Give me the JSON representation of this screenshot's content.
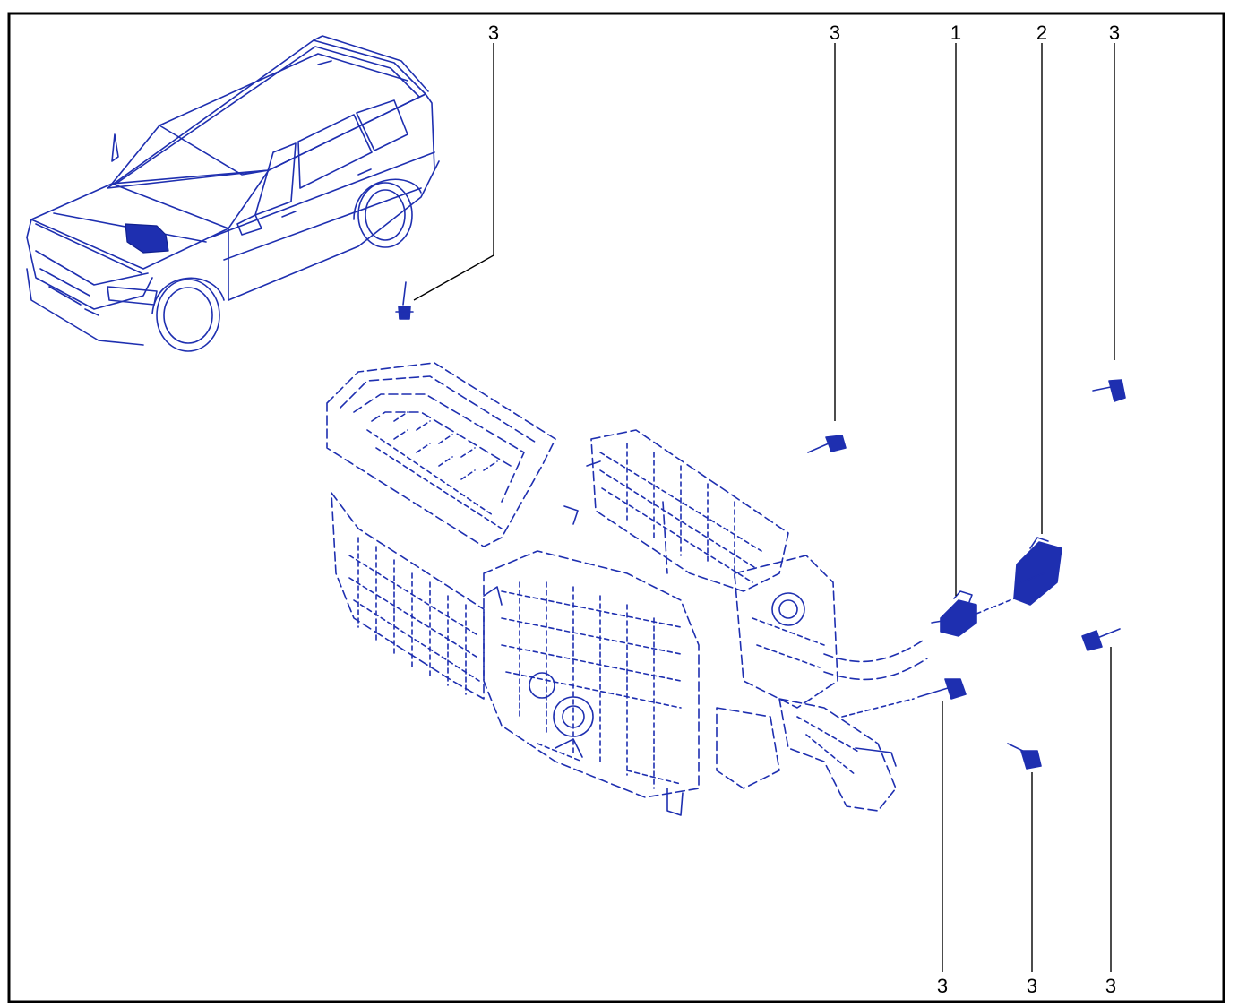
{
  "colors": {
    "line_art": "#1e2fb0",
    "line_art_dark": "#10208f",
    "frame": "#000000",
    "callout_text": "#000000",
    "background": "#ffffff"
  },
  "callouts": {
    "c1": "3",
    "c2": "3",
    "c3": "1",
    "c4": "2",
    "c5": "3",
    "c6": "3",
    "c7": "3",
    "c8": "3"
  }
}
